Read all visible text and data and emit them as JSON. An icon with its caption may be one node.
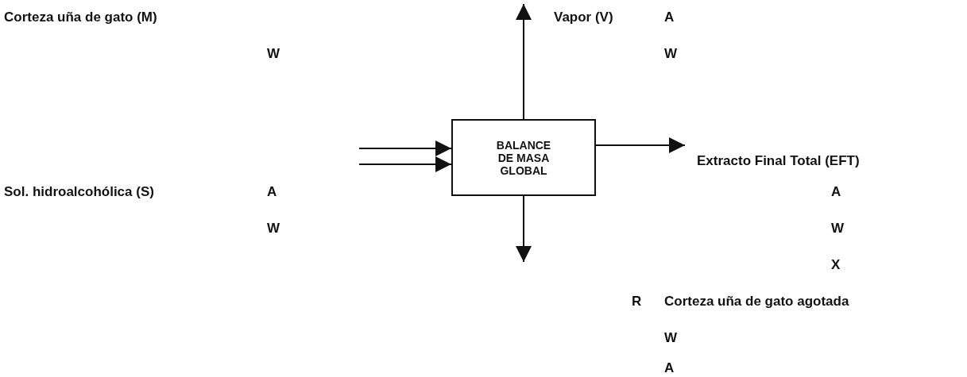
{
  "diagram": {
    "nodes": [
      {
        "text": [
          "BALANCE DE MASA GLOBAL"
        ]
      },
      {
        "text": [
          "Extracto Final Total (EFT)"
        ]
      }
    ],
    "edges": [
      {
        "from": null,
        "to": 0,
        "arrow": "to"
      },
      {
        "from": null,
        "to": 0,
        "arrow": "to"
      },
      {
        "from": 0,
        "to": null,
        "arrow": "to"
      },
      {
        "from": 0,
        "to": 1,
        "arrow": "to"
      },
      {
        "from": 0,
        "to": null,
        "arrow": "to"
      }
    ],
    "labels": [
      "Corteza uña de gato (M)",
      "Vapor (V)",
      "A",
      "W",
      "W",
      "Sol. hidroalcohólica (S)",
      "A",
      "A",
      "W",
      "W",
      "X",
      "R",
      "Corteza uña de gato agotada",
      "W",
      "A"
    ]
  }
}
